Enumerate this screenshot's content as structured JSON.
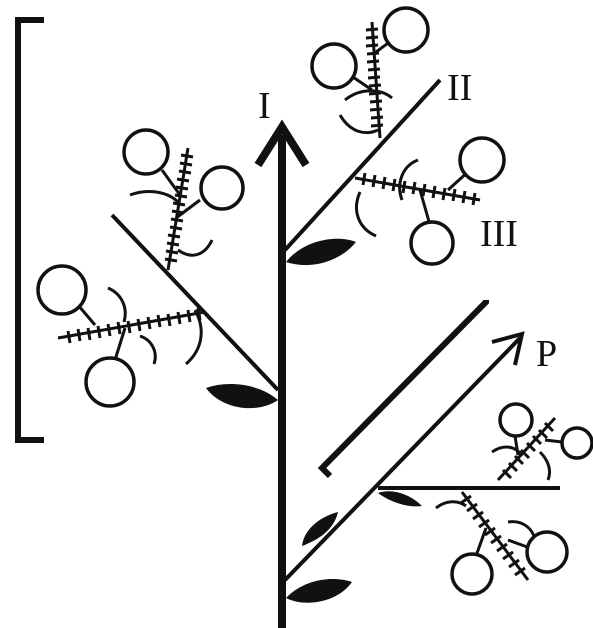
{
  "labels": {
    "main_axis": "I",
    "second_order": "II",
    "third_order": "III",
    "lower_axis": "P"
  },
  "colors": {
    "ink": "#111111",
    "background": "#ffffff"
  }
}
